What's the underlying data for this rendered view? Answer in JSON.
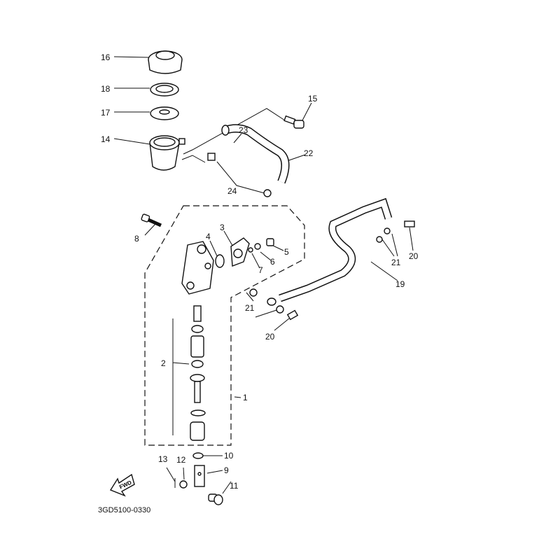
{
  "diagram": {
    "code": "3GD5100-0330",
    "fwd_label": "FWD",
    "callouts": {
      "p16": "16",
      "p18": "18",
      "p17": "17",
      "p14": "14",
      "p15": "15",
      "p23": "23",
      "p22": "22",
      "p24": "24",
      "p8": "8",
      "p4": "4",
      "p3": "3",
      "p5": "5",
      "p6": "6",
      "p7": "7",
      "p19": "19",
      "p21a": "21",
      "p20a": "20",
      "p21b": "21",
      "p20b": "20",
      "p2": "2",
      "p1": "1",
      "p13": "13",
      "p12": "12",
      "p10": "10",
      "p9": "9",
      "p11": "11"
    }
  }
}
